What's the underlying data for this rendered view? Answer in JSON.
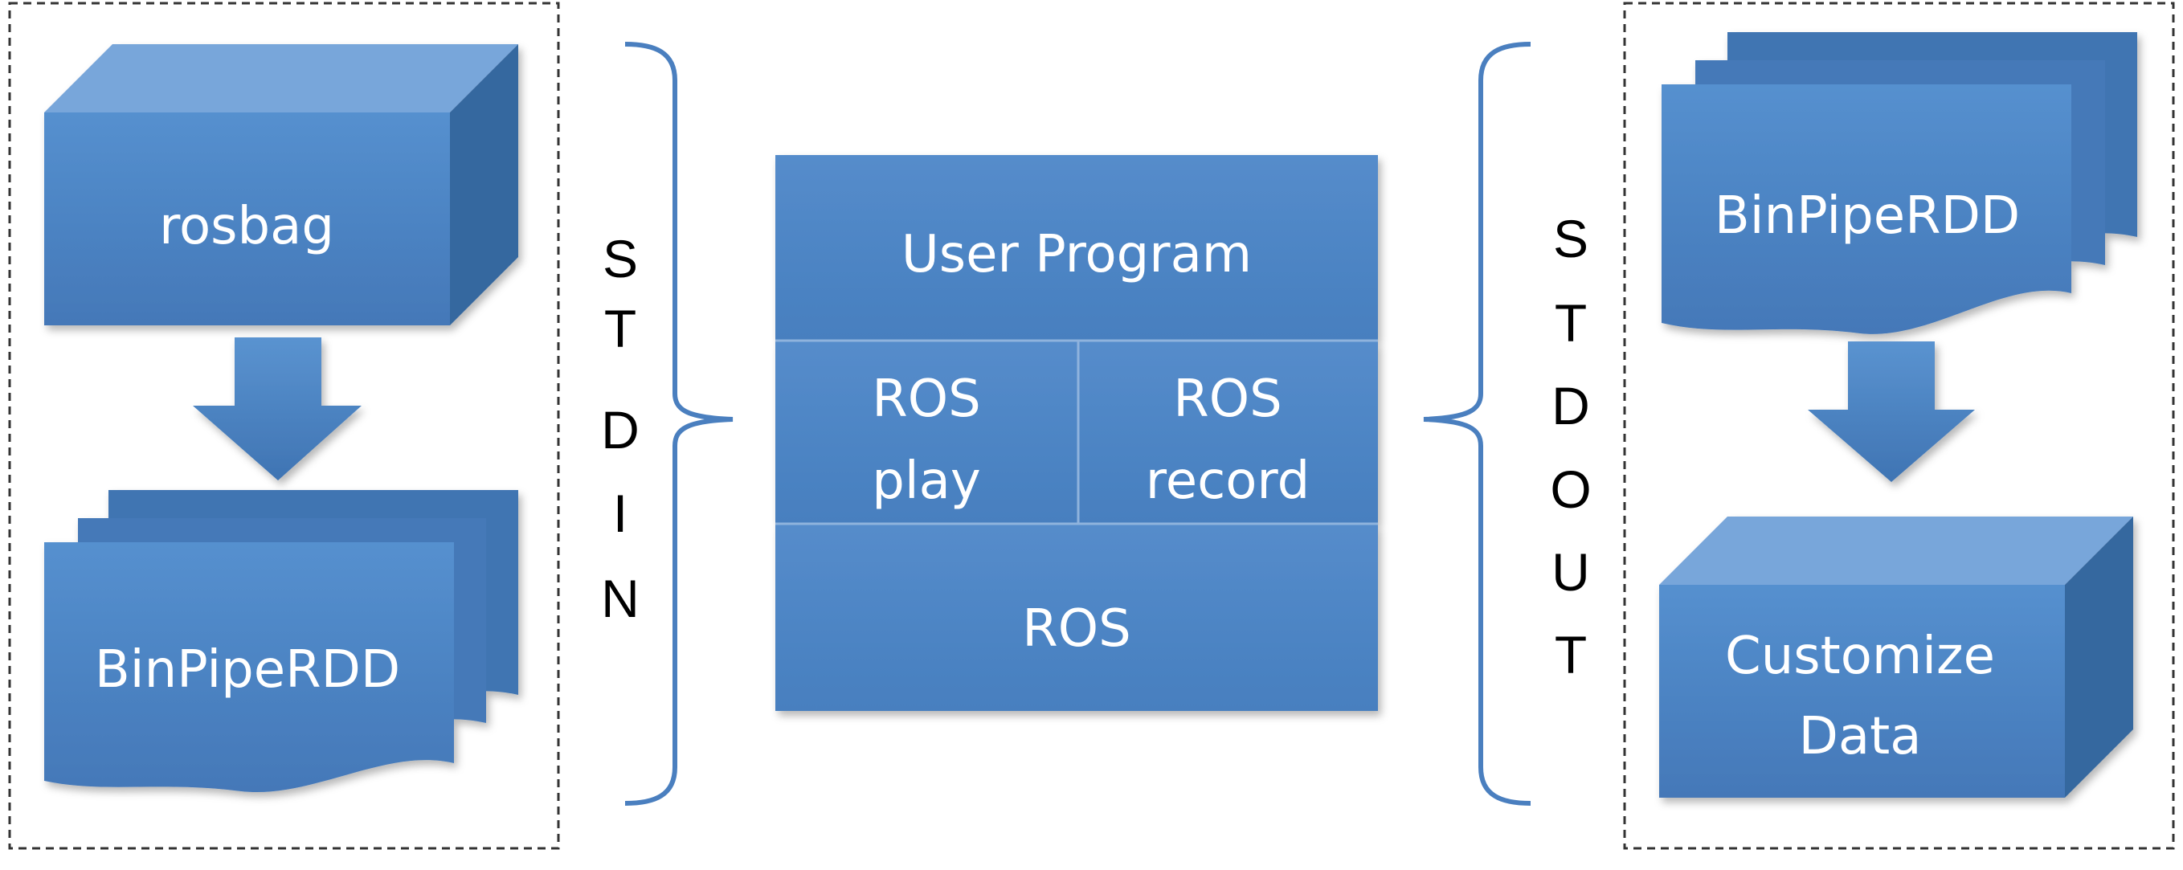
{
  "left_panel": {
    "source_label": "rosbag",
    "output_label": "BinPipeRDD"
  },
  "stdin_label": [
    "S",
    "T",
    "D",
    "I",
    "N"
  ],
  "center_stack": {
    "top_label": "User Program",
    "left_mid_label": [
      "ROS",
      "play"
    ],
    "right_mid_label": [
      "ROS",
      "record"
    ],
    "bottom_label": "ROS"
  },
  "stdout_label": [
    "S",
    "T",
    "D",
    "O",
    "U",
    "T"
  ],
  "right_panel": {
    "input_label": "BinPipeRDD",
    "output_label": [
      "Customize",
      "Data"
    ]
  },
  "colors": {
    "box_front": "#4a84c4",
    "box_top": "#76a4d8",
    "box_side": "#35679f",
    "block": "#4f86c6",
    "brace": "#4a7fbf",
    "dashed_border": "#333333",
    "text": "#ffffff"
  }
}
